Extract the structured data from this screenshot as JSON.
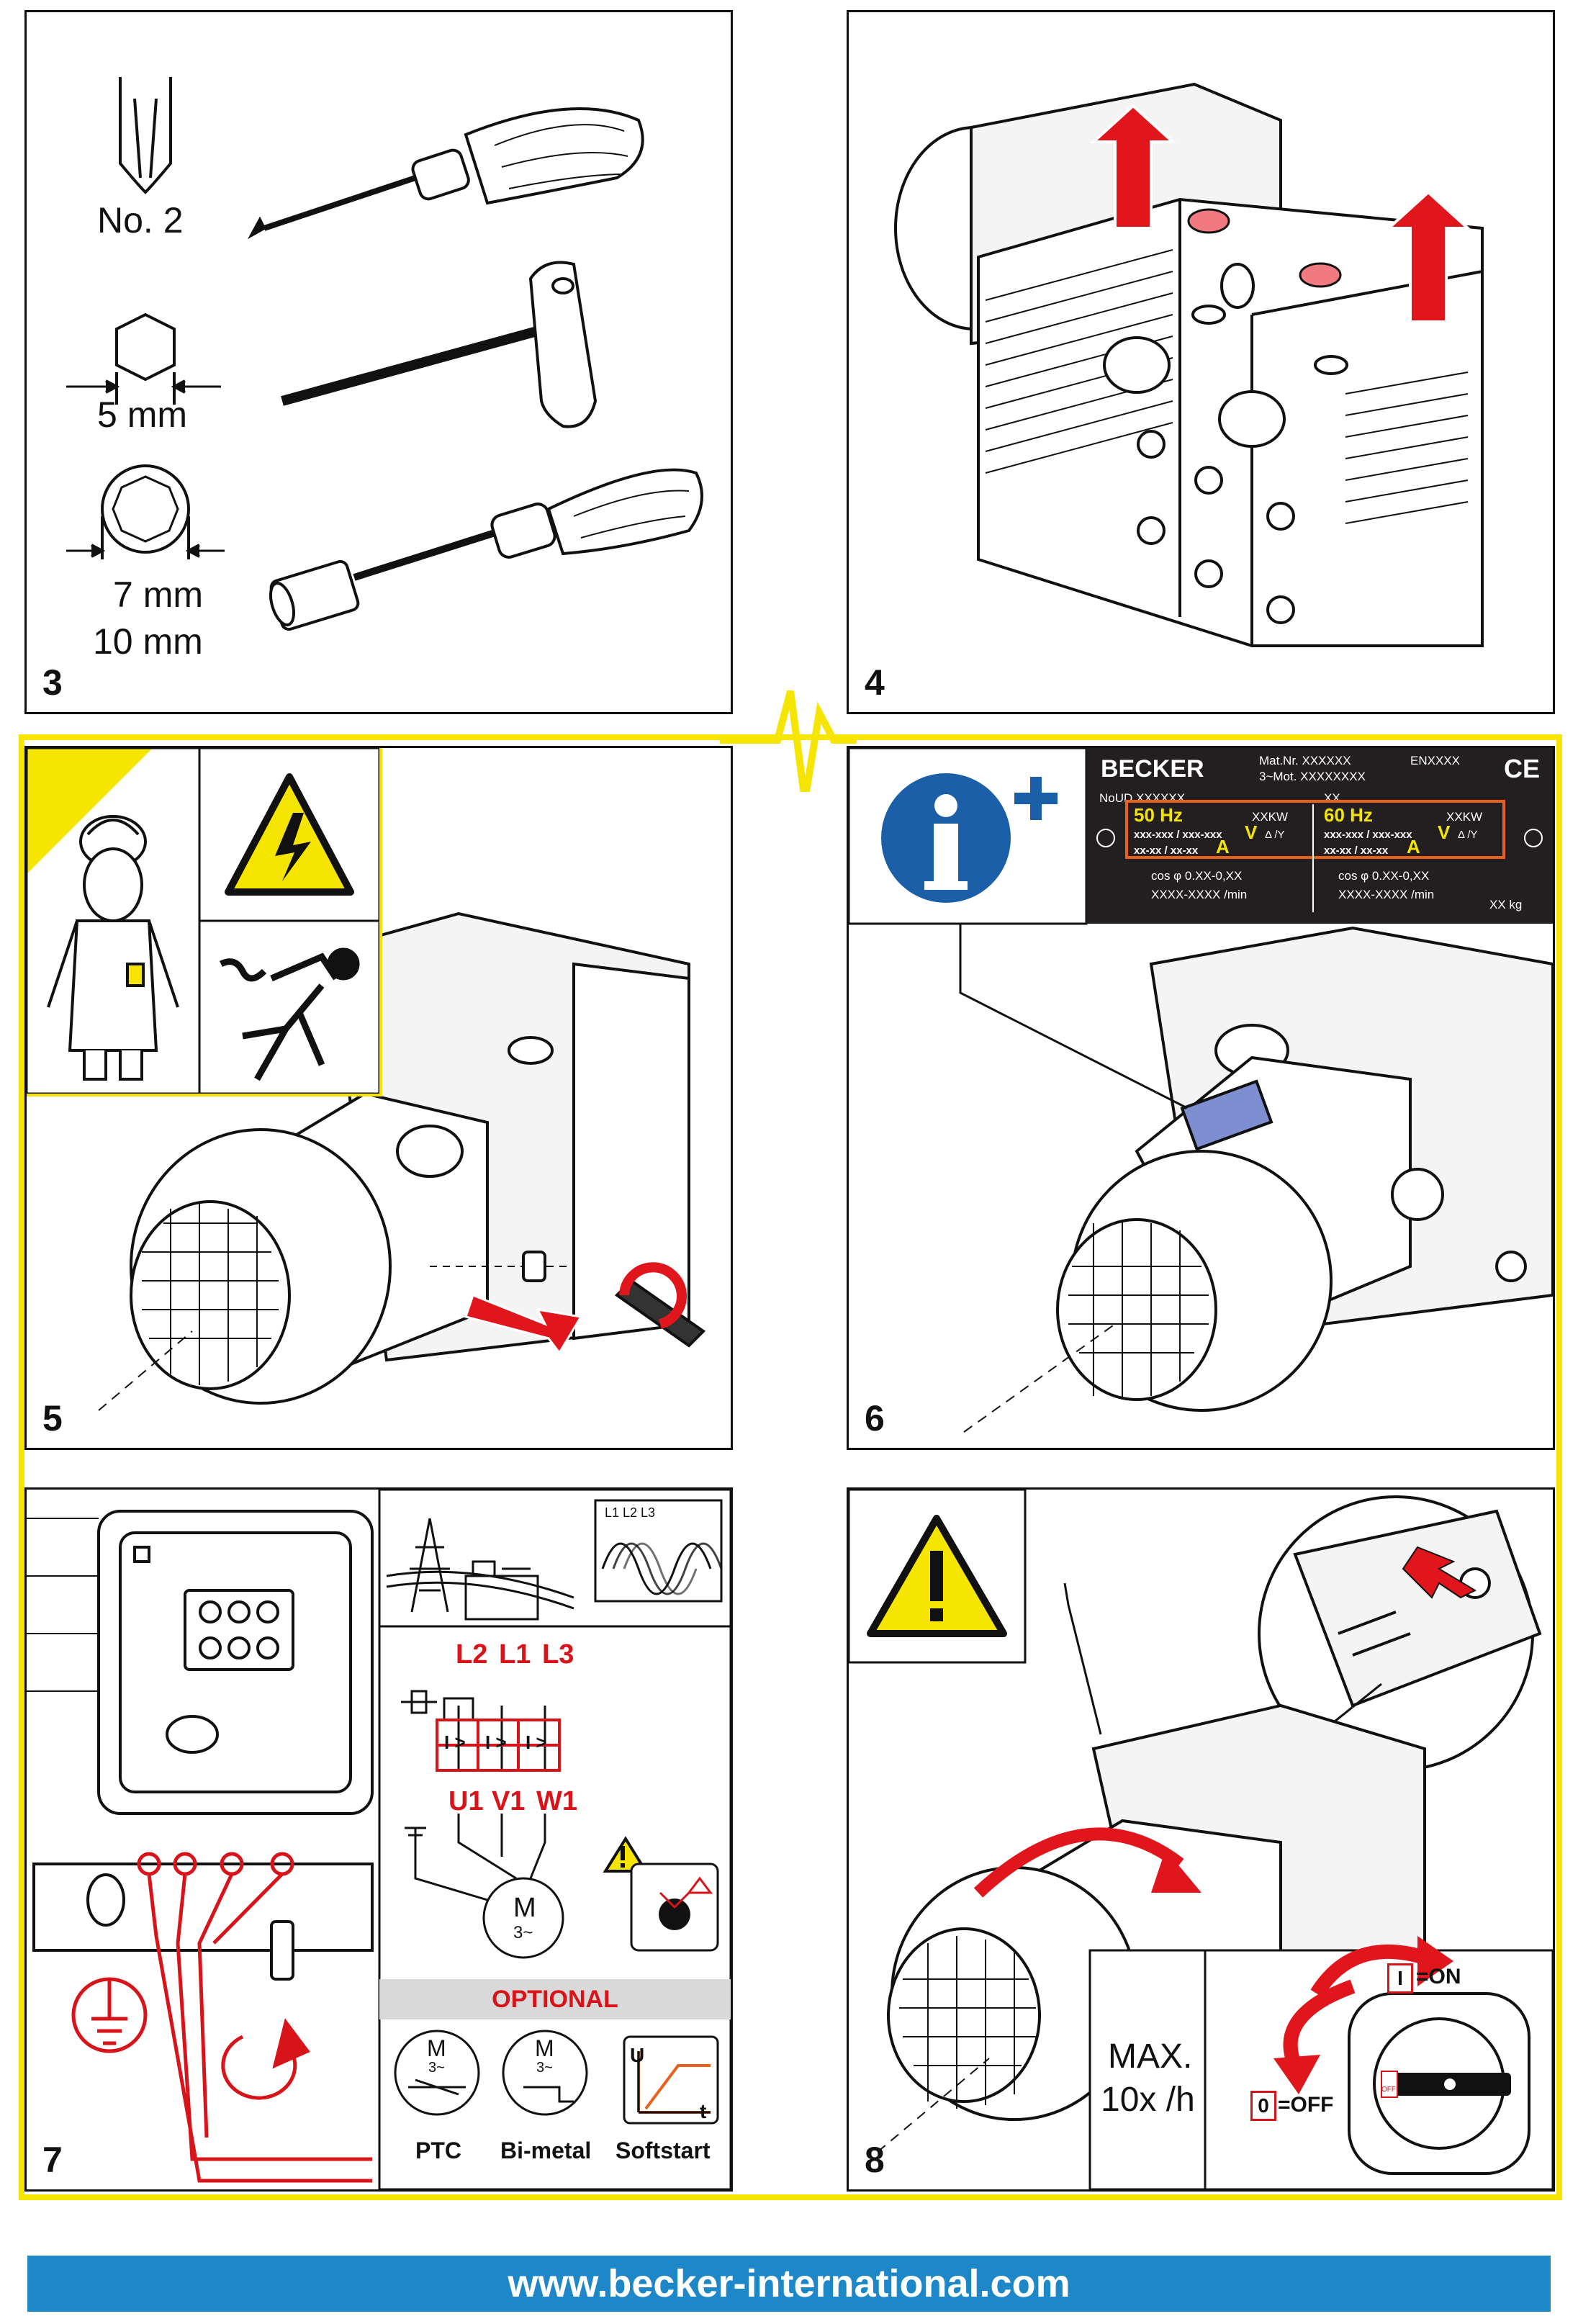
{
  "panels": {
    "p3": {
      "number": "3",
      "labels": {
        "bit": "No. 2",
        "hex": "5 mm",
        "socket_a": "7 mm",
        "socket_b": "10 mm"
      }
    },
    "p4": {
      "number": "4"
    },
    "p5": {
      "number": "5"
    },
    "p6": {
      "number": "6"
    },
    "p7": {
      "number": "7"
    },
    "p8": {
      "number": "8"
    }
  },
  "nameplate": {
    "brand": "BECKER",
    "mat": "Mat.Nr. XXXXXX",
    "en": "ENXXXX",
    "mot": "3~Mot. XXXXXXXX",
    "nr": "NoUD XXXXXX",
    "xx": "XX",
    "hz50": "50 Hz",
    "hz60": "60 Hz",
    "kw50": "XXKW",
    "kw60": "XXKW",
    "volt50": "xxx-xxx / xxx-xxx",
    "volt60": "xxx-xxx / xxx-xxx",
    "v": "V",
    "dy": "Δ /Y",
    "amp50": "xx-xx / xx-xx",
    "amp60": "xx-xx / xx-xx",
    "a": "A",
    "cos50": "cos φ 0.XX-0,XX",
    "cos60": "cos φ 0.XX-0,XX",
    "rpm50": "XXXX-XXXX /min",
    "rpm60": "XXXX-XXXX /min",
    "kg": "XX kg",
    "ce": "CE"
  },
  "wiring": {
    "phases": "L1 L2 L3",
    "top_terminals": [
      "L2",
      "L1",
      "L3"
    ],
    "relay": [
      "I >",
      "I >",
      "I >"
    ],
    "bottom_terminals": [
      "U1",
      "V1",
      "W1"
    ],
    "motor": "M",
    "motor_sub": "3~",
    "optional": "OPTIONAL",
    "options": [
      "PTC",
      "Bi-metal",
      "Softstart"
    ],
    "softstart_u": "U",
    "softstart_t": "t"
  },
  "switching": {
    "max": "MAX.",
    "rate": "10x /h",
    "on_symbol": "I",
    "on_label": "=ON",
    "off_symbol": "0",
    "off_label": "=OFF",
    "knob_off": "OFF"
  },
  "footer": {
    "url": "www.becker-international.com"
  },
  "colors": {
    "warning_yellow": "#f6e500",
    "red": "#d7141a",
    "blue": "#1e87c8",
    "info_blue": "#1b5fa8",
    "plate_highlight": "#e8601c"
  }
}
